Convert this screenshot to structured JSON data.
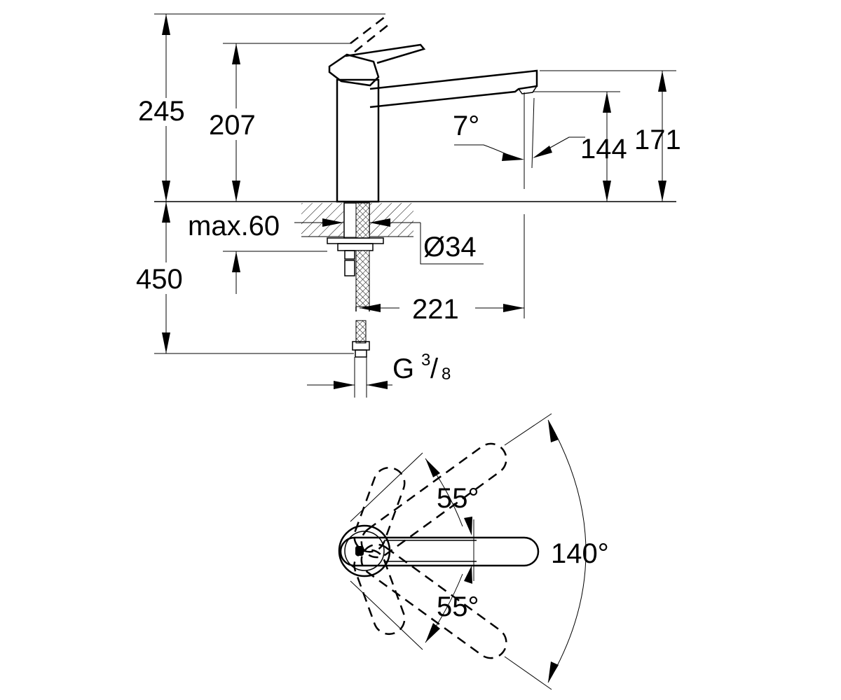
{
  "side_view": {
    "height_total": "245",
    "height_body": "207",
    "spout_height": "171",
    "spout_outlet_height": "144",
    "spout_angle": "7°",
    "max_thickness": "max.60",
    "hole_diameter": "Ø34",
    "projection": "221",
    "hose_length": "450",
    "thread_main": "G",
    "thread_num": "3",
    "thread_den": "8"
  },
  "top_view": {
    "upper_angle": "55°",
    "lower_angle": "55°",
    "total_angle": "140°"
  }
}
